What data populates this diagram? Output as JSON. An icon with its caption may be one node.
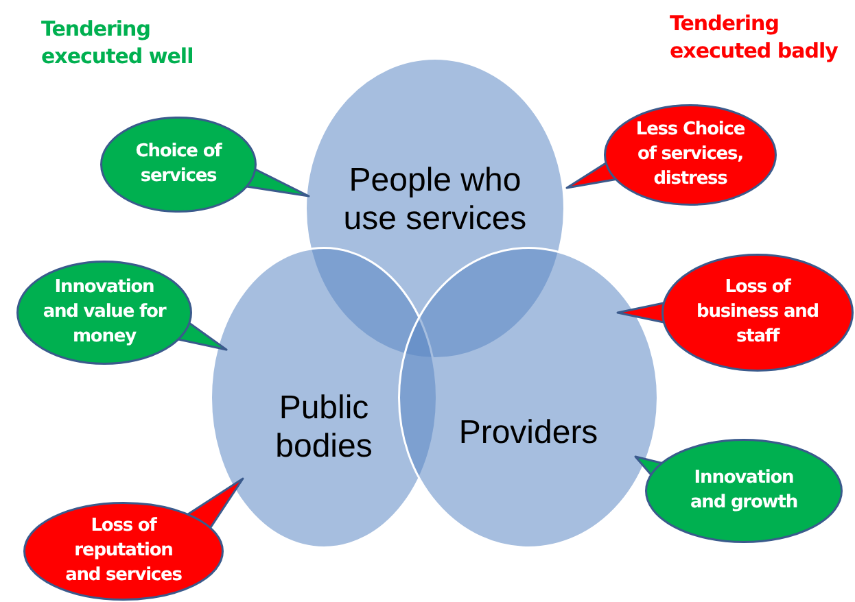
{
  "diagram": {
    "nodes": [
      {
        "text": [
          "Choice of services"
        ]
      },
      {
        "text": [
          "People who use services"
        ]
      },
      {
        "text": [
          "Less Choice of services, distress"
        ]
      },
      {
        "text": [
          "Innovation and value for money"
        ]
      },
      {
        "text": [
          "Loss of business and staff"
        ]
      },
      {
        "text": [
          "Public bodies"
        ]
      },
      {
        "text": [
          "Providers"
        ]
      },
      {
        "text": [
          "Innovation and growth"
        ]
      },
      {
        "text": [
          "Loss of reputation and services"
        ]
      }
    ],
    "labels": [
      "Tendering executed well",
      "Tendering executed badly"
    ]
  }
}
